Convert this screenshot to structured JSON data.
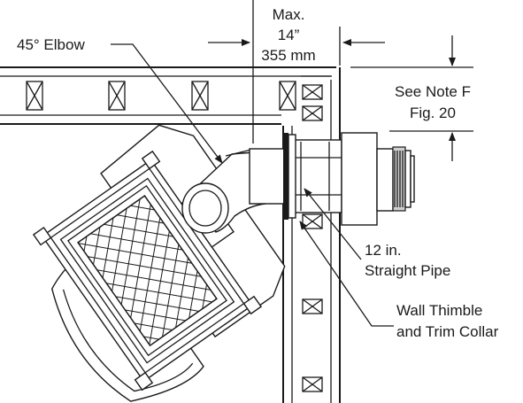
{
  "labels": {
    "max_line1": "Max.",
    "max_line2": "14”",
    "max_line3": "355 mm",
    "elbow": "45° Elbow",
    "note_line1": "See Note F",
    "note_line2": "Fig. 20",
    "pipe_line1": "12 in.",
    "pipe_line2": "Straight Pipe",
    "thimble_line1": "Wall Thimble",
    "thimble_line2": "and Trim Collar"
  }
}
